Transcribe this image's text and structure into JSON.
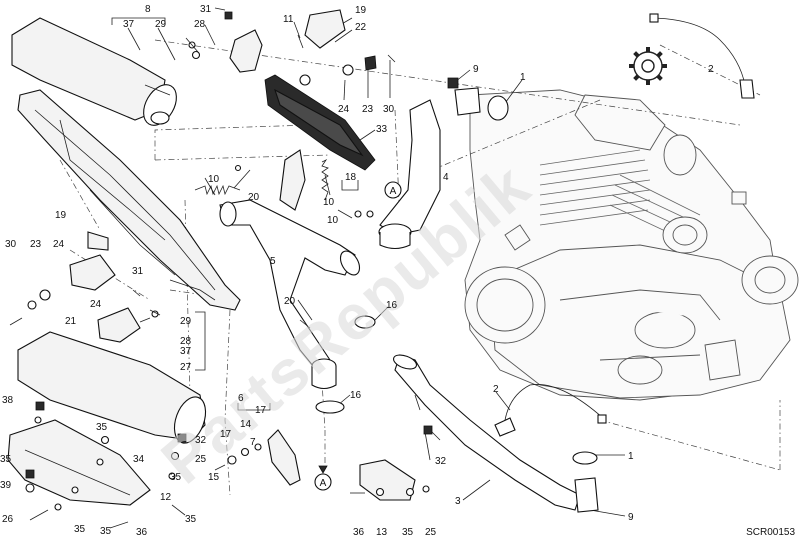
{
  "diagram": {
    "code": "SCR00153",
    "watermark": "PartsRepublik",
    "colors": {
      "ink": "#111111",
      "engine": "#666666",
      "watermark": "#d9d9d9"
    },
    "icons": {
      "circle_a": "A",
      "gear": "gear-icon"
    },
    "callouts": [
      {
        "id": "c8",
        "text": "8"
      },
      {
        "id": "c31t",
        "text": "31"
      },
      {
        "id": "c37t",
        "text": "37"
      },
      {
        "id": "c29t",
        "text": "29"
      },
      {
        "id": "c28t",
        "text": "28"
      },
      {
        "id": "c11",
        "text": "11"
      },
      {
        "id": "c19t",
        "text": "19"
      },
      {
        "id": "c22",
        "text": "22"
      },
      {
        "id": "c24t",
        "text": "24"
      },
      {
        "id": "c23t",
        "text": "23"
      },
      {
        "id": "c30t",
        "text": "30"
      },
      {
        "id": "c9t",
        "text": "9"
      },
      {
        "id": "c1t",
        "text": "1"
      },
      {
        "id": "c2t",
        "text": "2"
      },
      {
        "id": "c33",
        "text": "33"
      },
      {
        "id": "c10a",
        "text": "10"
      },
      {
        "id": "c20a",
        "text": "20"
      },
      {
        "id": "c10b",
        "text": "10"
      },
      {
        "id": "c18",
        "text": "18"
      },
      {
        "id": "c10c",
        "text": "10"
      },
      {
        "id": "c4",
        "text": "4"
      },
      {
        "id": "c19l",
        "text": "19"
      },
      {
        "id": "c30l",
        "text": "30"
      },
      {
        "id": "c23l",
        "text": "23"
      },
      {
        "id": "c24l",
        "text": "24"
      },
      {
        "id": "c31l",
        "text": "31"
      },
      {
        "id": "c5",
        "text": "5"
      },
      {
        "id": "c20b",
        "text": "20"
      },
      {
        "id": "c16a",
        "text": "16"
      },
      {
        "id": "c24m",
        "text": "24"
      },
      {
        "id": "c21",
        "text": "21"
      },
      {
        "id": "c29l",
        "text": "29"
      },
      {
        "id": "c28l",
        "text": "28"
      },
      {
        "id": "c27",
        "text": "27"
      },
      {
        "id": "c37l",
        "text": "37"
      },
      {
        "id": "c2b",
        "text": "2"
      },
      {
        "id": "c16b",
        "text": "16"
      },
      {
        "id": "c38",
        "text": "38"
      },
      {
        "id": "c6",
        "text": "6"
      },
      {
        "id": "c17a",
        "text": "17"
      },
      {
        "id": "c35a",
        "text": "35"
      },
      {
        "id": "c32a",
        "text": "32"
      },
      {
        "id": "c17b",
        "text": "17"
      },
      {
        "id": "c14",
        "text": "14"
      },
      {
        "id": "c7",
        "text": "7"
      },
      {
        "id": "c35b",
        "text": "35"
      },
      {
        "id": "c34",
        "text": "34"
      },
      {
        "id": "c25a",
        "text": "25"
      },
      {
        "id": "c32b",
        "text": "32"
      },
      {
        "id": "c15",
        "text": "15"
      },
      {
        "id": "c35c",
        "text": "35"
      },
      {
        "id": "c39",
        "text": "39"
      },
      {
        "id": "c12",
        "text": "12"
      },
      {
        "id": "c35d",
        "text": "35"
      },
      {
        "id": "c26",
        "text": "26"
      },
      {
        "id": "c35e",
        "text": "35"
      },
      {
        "id": "c36a",
        "text": "36"
      },
      {
        "id": "c35f",
        "text": "35"
      },
      {
        "id": "c1b",
        "text": "1"
      },
      {
        "id": "c3",
        "text": "3"
      },
      {
        "id": "c9b",
        "text": "9"
      },
      {
        "id": "c36b",
        "text": "36"
      },
      {
        "id": "c13",
        "text": "13"
      },
      {
        "id": "c35g",
        "text": "35"
      },
      {
        "id": "c25b",
        "text": "25"
      }
    ]
  }
}
